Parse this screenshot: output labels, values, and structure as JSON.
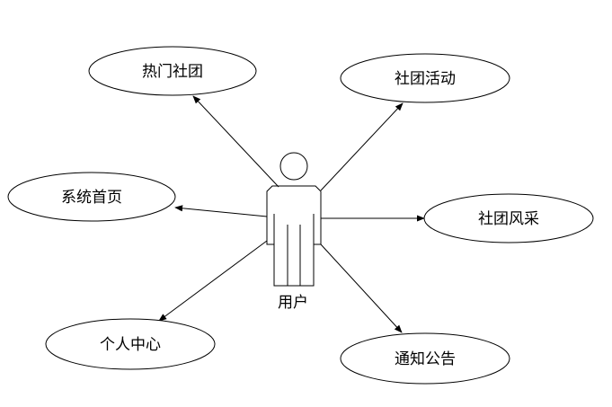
{
  "diagram": {
    "actor": {
      "label": "用户"
    },
    "use_cases": [
      {
        "label": "热门社团"
      },
      {
        "label": "社团活动"
      },
      {
        "label": "系统首页"
      },
      {
        "label": "社团风采"
      },
      {
        "label": "个人中心"
      },
      {
        "label": "通知公告"
      }
    ]
  },
  "colors": {
    "stroke": "#000000",
    "background": "#ffffff"
  }
}
